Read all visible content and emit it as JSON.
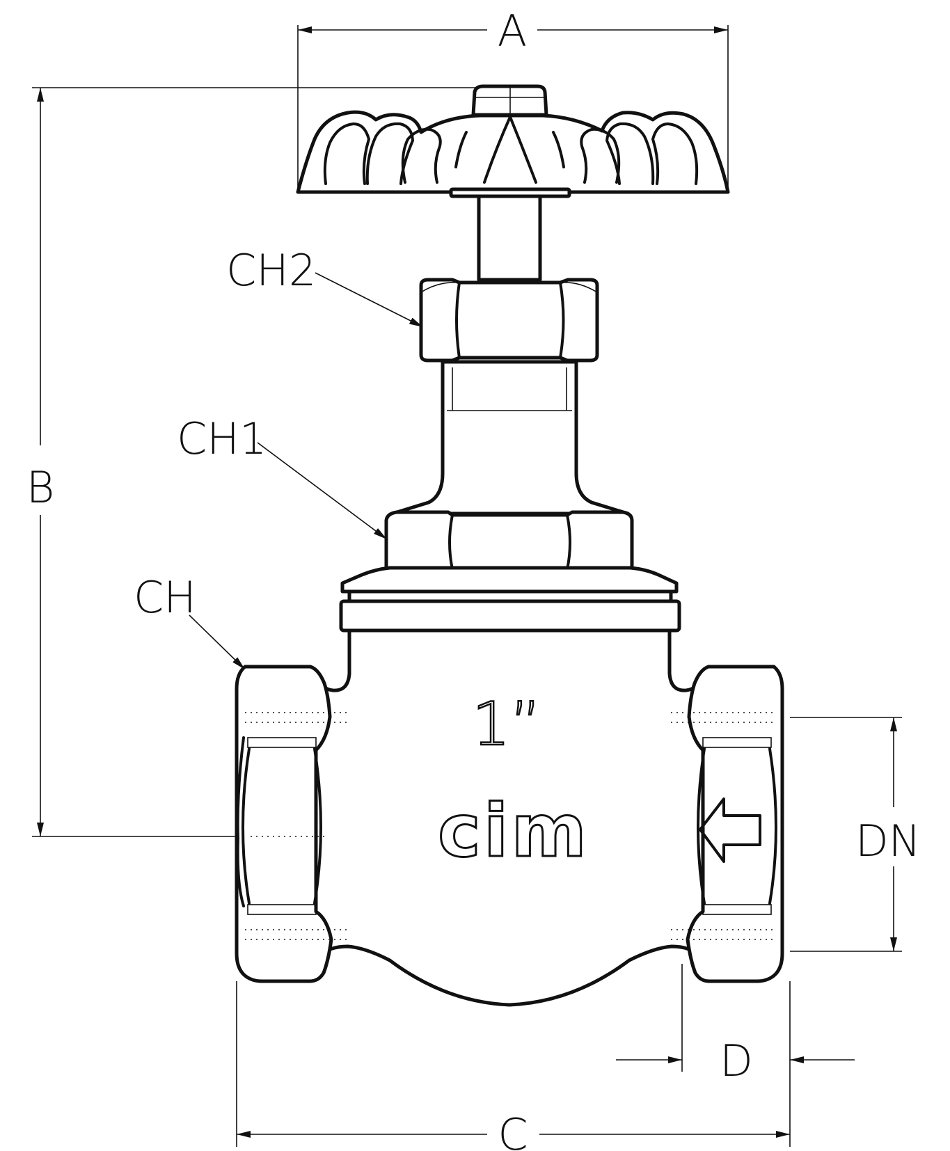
{
  "dimension_labels": {
    "a": "A",
    "b": "B",
    "c": "C",
    "d": "D",
    "dn": "DN",
    "ch": "CH",
    "ch1": "CH1",
    "ch2": "CH2"
  },
  "body_markings": {
    "size": "1”",
    "brand": "cim"
  },
  "colors": {
    "line": "#111111",
    "background": "#ffffff"
  }
}
